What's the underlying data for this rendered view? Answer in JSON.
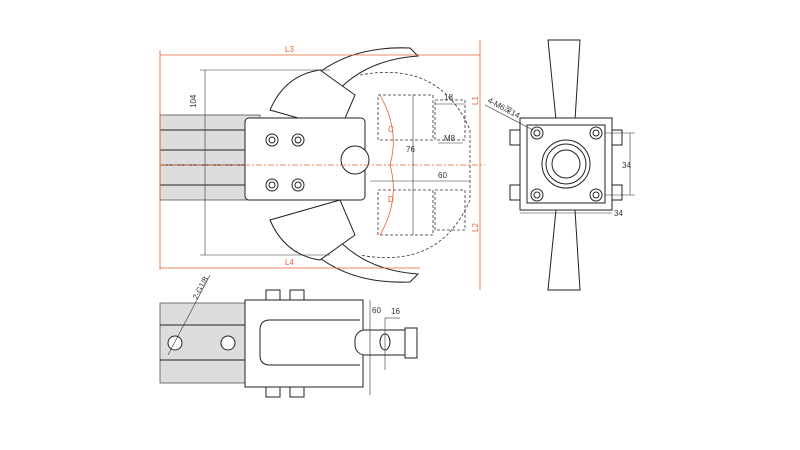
{
  "drawing": {
    "dimensions": {
      "L3": "L3",
      "L4": "L4",
      "d104": "104",
      "d18": "18",
      "L1": "L1",
      "M8": "M8",
      "d76": "76",
      "d60_top": "60",
      "L2": "L2",
      "C": "C",
      "D": "D",
      "thread": "4-M6深14",
      "d34_v": "34",
      "d34_h": "34",
      "port": "2-G1/8",
      "d60_bottom": "60",
      "d16": "16"
    },
    "colors": {
      "dimension_accent": "#e8602c",
      "line": "#222222"
    }
  }
}
